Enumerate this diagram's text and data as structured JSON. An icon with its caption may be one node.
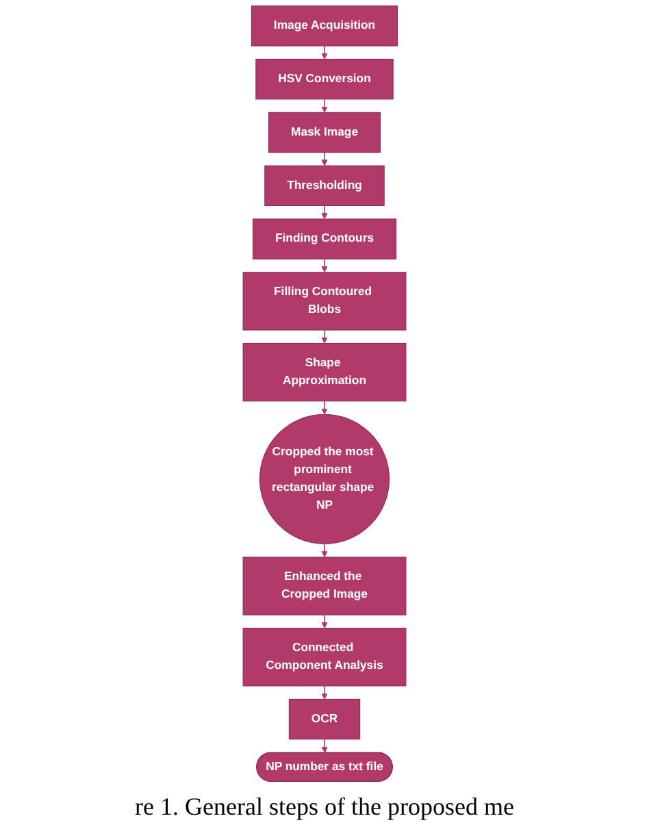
{
  "diagram": {
    "caption": "re 1. General steps of the proposed me",
    "nodes": [
      {
        "text": [
          "Image Acquisition"
        ]
      },
      {
        "text": [
          "HSV Conversion"
        ]
      },
      {
        "text": [
          "Mask Image"
        ]
      },
      {
        "text": [
          "Thresholding"
        ]
      },
      {
        "text": [
          "Finding Contours"
        ]
      },
      {
        "text": [
          "Filling Contoured Blobs"
        ]
      },
      {
        "text": [
          "Shape Approximation"
        ]
      },
      {
        "text": [
          "Cropped the most prominent rectangular shape NP"
        ]
      },
      {
        "text": [
          "Enhanced the Cropped Image"
        ]
      },
      {
        "text": [
          "Connected Component Analysis"
        ]
      },
      {
        "text": [
          "OCR"
        ]
      },
      {
        "text": [
          "NP number as txt file"
        ]
      }
    ],
    "edges": [
      {
        "from": 0,
        "to": 1,
        "arrow": "to"
      },
      {
        "from": 1,
        "to": 2,
        "arrow": "to"
      },
      {
        "from": 2,
        "to": 3,
        "arrow": "to"
      },
      {
        "from": 3,
        "to": 4,
        "arrow": "to"
      },
      {
        "from": 4,
        "to": 5,
        "arrow": "to"
      },
      {
        "from": 5,
        "to": 6,
        "arrow": "to"
      },
      {
        "from": 6,
        "to": 7,
        "arrow": "to"
      },
      {
        "from": 7,
        "to": 8,
        "arrow": "to"
      },
      {
        "from": 8,
        "to": 9,
        "arrow": "to"
      },
      {
        "from": 9,
        "to": 10,
        "arrow": "to"
      },
      {
        "from": 10,
        "to": 11,
        "arrow": "to"
      }
    ]
  }
}
